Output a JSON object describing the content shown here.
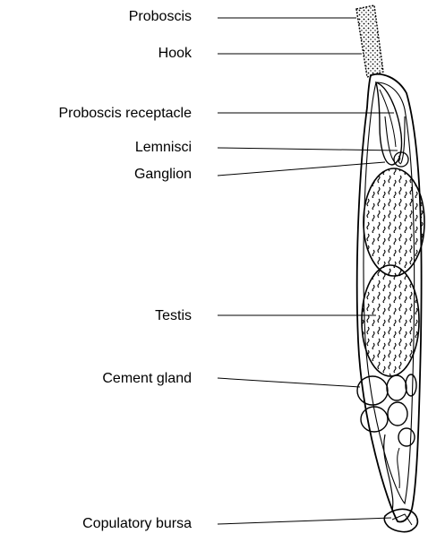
{
  "labels": {
    "proboscis": "Proboscis",
    "hook": "Hook",
    "proboscis_receptacle": "Proboscis receptacle",
    "lemnisci": "Lemnisci",
    "ganglion": "Ganglion",
    "testis": "Testis",
    "cement_gland": "Cement gland",
    "copulatory_bursa": "Copulatory bursa"
  },
  "colors": {
    "ink": "#000000",
    "background": "#ffffff"
  }
}
